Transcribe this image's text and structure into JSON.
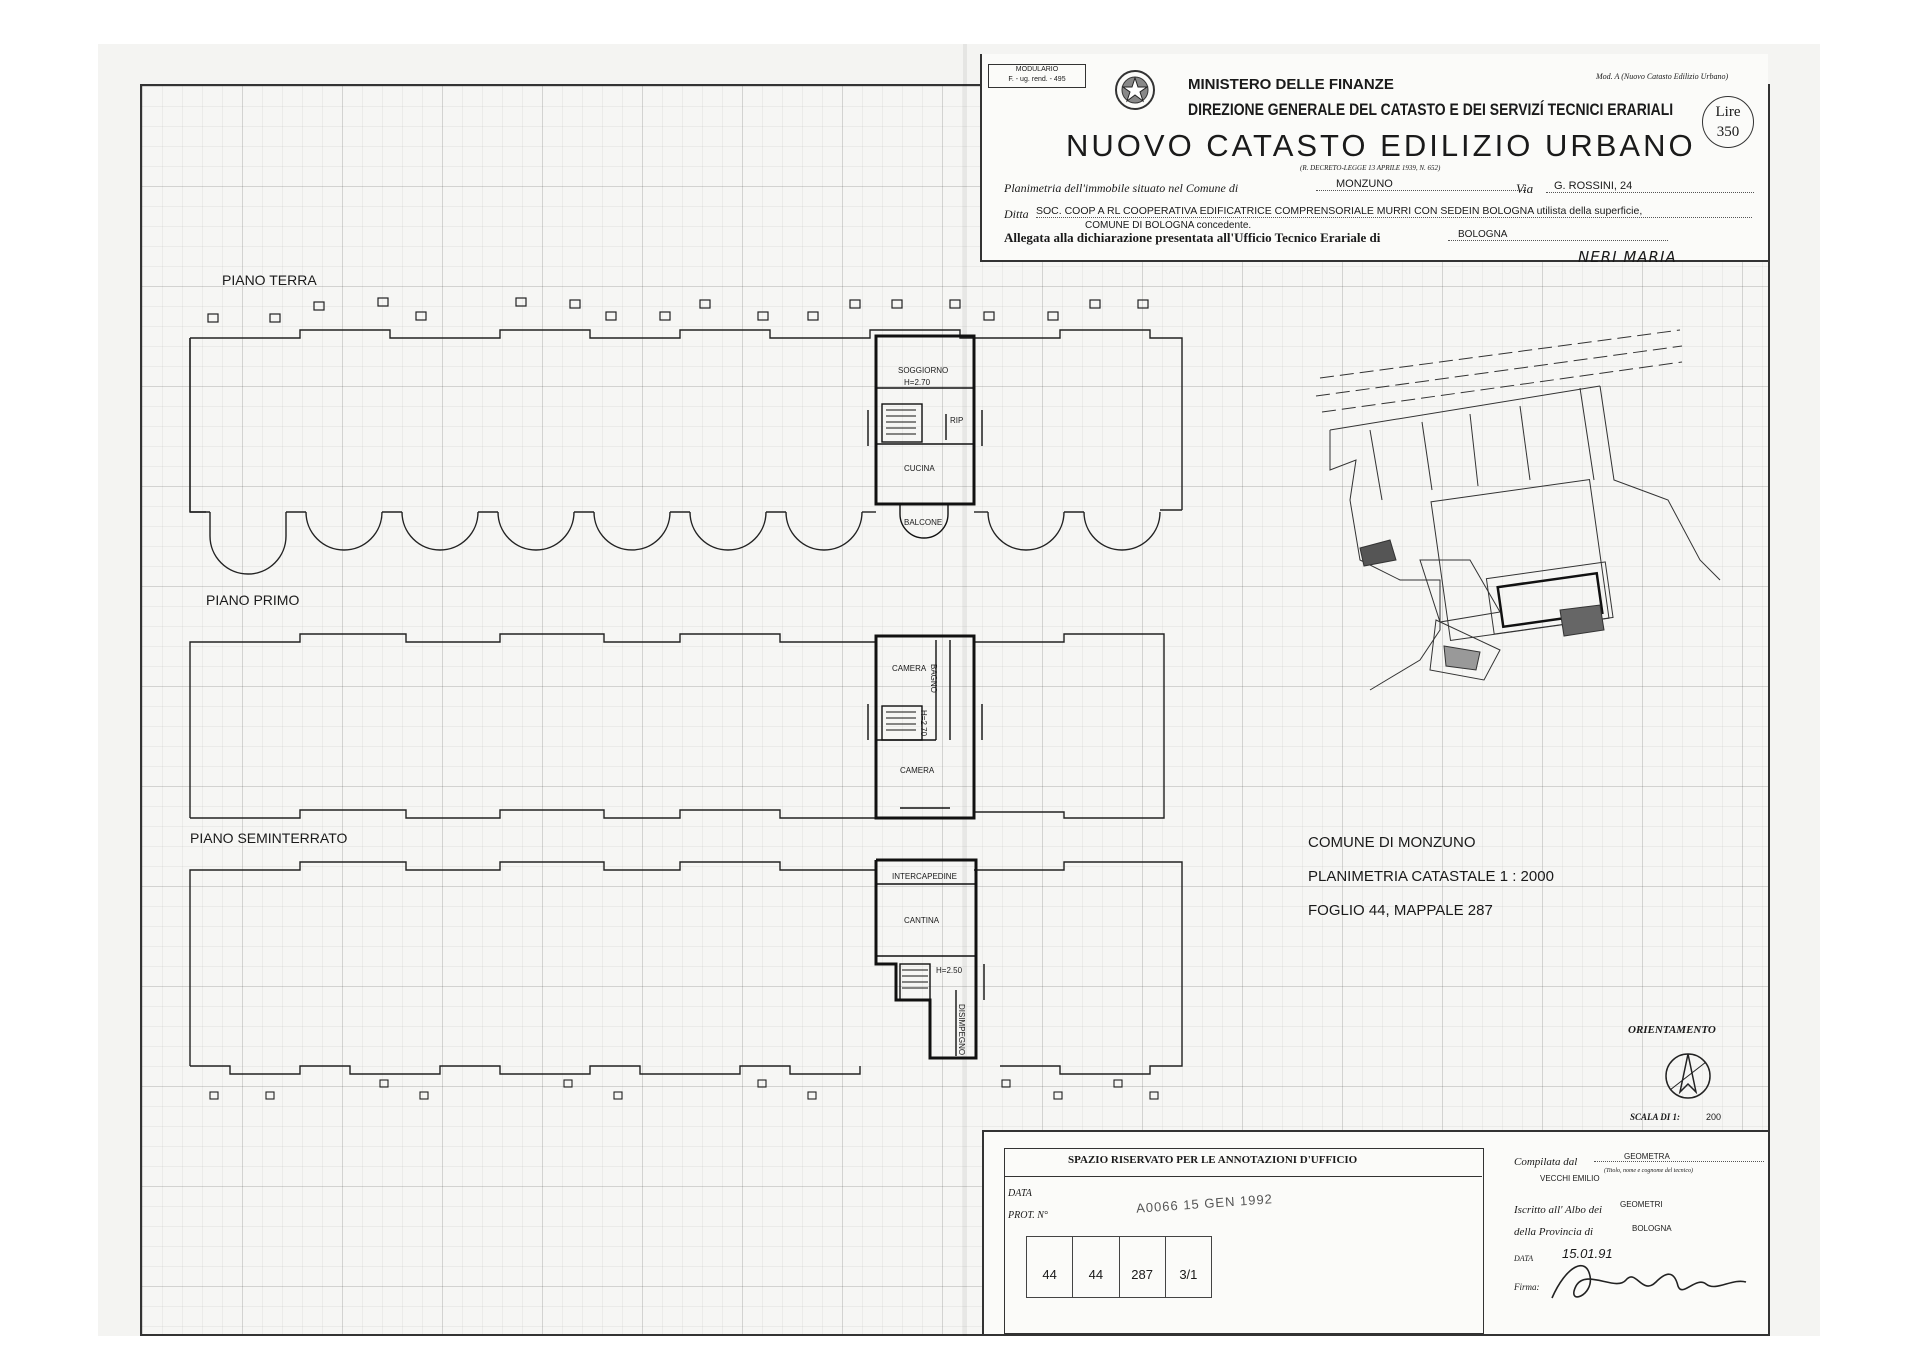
{
  "header": {
    "modulario": "MODULARIO",
    "modulario_sub": "F. - ug. rend. - 495",
    "mod_a": "Mod. A (Nuovo Catasto Edilizio Urbano)",
    "ministry": "MINISTERO DELLE FINANZE",
    "direction": "DIREZIONE GENERALE DEL CATASTO E DEI SERVIZÍ TECNICI ERARIALI",
    "title": "NUOVO CATASTO EDILIZIO URBANO",
    "decree": "(R. DECRETO-LEGGE 13 APRILE 1939, N. 652)",
    "lire_label": "Lire",
    "lire_value": "350",
    "planimetria_label": "Planimetria dell'immobile situato nel Comune di",
    "comune": "MONZUNO",
    "via_label": "Via",
    "via": "G. ROSSINI, 24",
    "ditta_label": "Ditta",
    "ditta": "SOC. COOP A RL COOPERATIVA EDIFICATRICE COMPRENSORIALE MURRI CON SEDEIN BOLOGNA utilista della superficie,",
    "ditta_line2": "COMUNE DI BOLOGNA concedente.",
    "allegata_label": "Allegata alla dichiarazione presentata all'Ufficio Tecnico Erariale di",
    "ufficio": "BOLOGNA",
    "owner_handwritten": "NERI MARIA"
  },
  "floors": {
    "terra": "PIANO TERRA",
    "primo": "PIANO PRIMO",
    "seminterrato": "PIANO SEMINTERRATO"
  },
  "rooms": {
    "soggiorno": "SOGGIORNO",
    "h270": "H=2.70",
    "rip": "RIP",
    "cucina": "CUCINA",
    "balcone": "BALCONE",
    "camera1": "CAMERA",
    "bagno": "BAGNO",
    "h270b": "H=2.70",
    "camera2": "CAMERA",
    "intercapedine": "INTERCAPEDINE",
    "cantina": "CANTINA",
    "h250": "H=2.50",
    "disimpegno": "DISIMPEGNO"
  },
  "map_info": {
    "line1": "COMUNE DI MONZUNO",
    "line2": "PLANIMETRIA CATASTALE  1 : 2000",
    "line3": "FOGLIO 44, MAPPALE 287"
  },
  "orientation": {
    "label": "ORIENTAMENTO",
    "scale_label": "SCALA DI 1:",
    "scale_value": "200"
  },
  "annotations": {
    "title": "SPAZIO RISERVATO PER LE ANNOTAZIONI D'UFFICIO",
    "data_label": "DATA",
    "prot_label": "PROT. N°",
    "stamp": "A0066  15 GEN 1992",
    "cells": [
      "44",
      "44",
      "287",
      "3/1"
    ]
  },
  "compiler": {
    "compilata_label": "Compilata dal",
    "title": "GEOMETRA",
    "hint": "(Titolo, nome e cognome del tecnico)",
    "name": "VECCHI EMILIO",
    "iscritto_label": "Iscritto all' Albo dei",
    "albo": "GEOMETRI",
    "provincia_label": "della Provincia di",
    "provincia": "BOLOGNA",
    "data_label": "DATA",
    "data": "15.01.91",
    "firma_label": "Firma:"
  }
}
